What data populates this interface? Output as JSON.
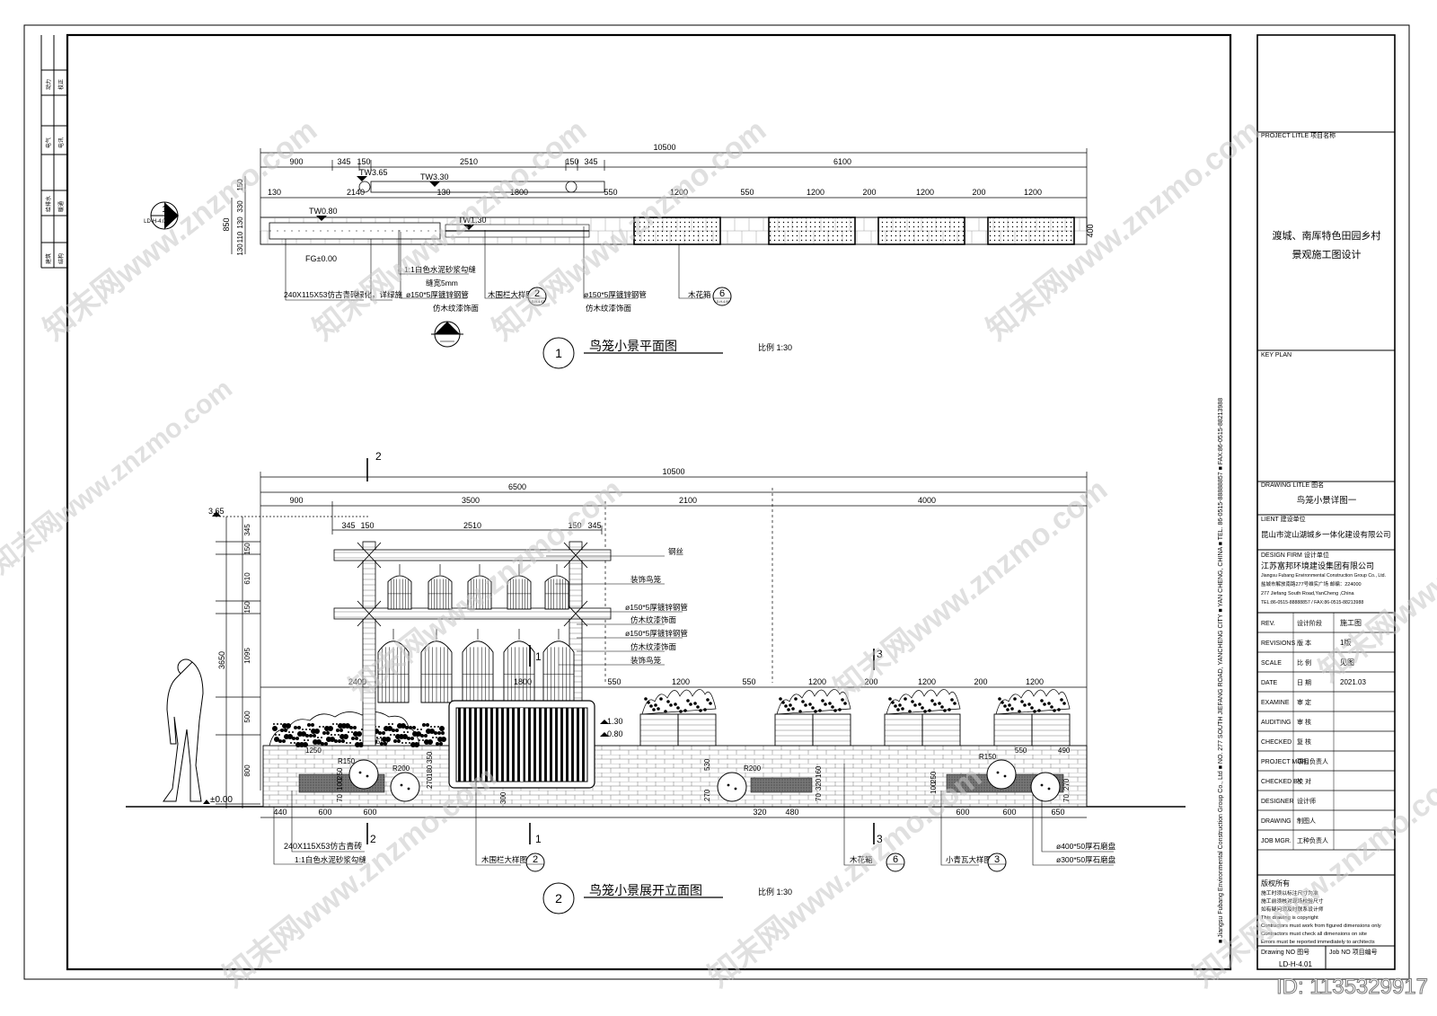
{
  "plan": {
    "title": "鸟笼小景平面图",
    "num": "1",
    "scale": "比例 1:30",
    "dims_top": [
      "900",
      "345",
      "150",
      "2510",
      "150",
      "345",
      "6100"
    ],
    "dim_total": "10500",
    "dims_second": [
      "130",
      "2140",
      "130",
      "1800",
      "550",
      "1200",
      "550",
      "1200",
      "200",
      "1200",
      "200",
      "1200"
    ],
    "dims_left": "850",
    "dims_left_sub": [
      "150",
      "330",
      "130",
      "110",
      "130"
    ],
    "dims_right": "400",
    "levels": [
      "TW3.65",
      "TW3.30",
      "TW0.80",
      "TW1.30",
      "FG±0.00"
    ],
    "labels": [
      "240X115X53仿古青砖",
      "绿化，详绿施",
      "1:1白色水泥砂浆勾缝",
      "缝宽5mm",
      "ø150*5厚镀锌钢管",
      "仿木纹漆饰面",
      "木围栏大样图",
      "ø150*5厚镀锌钢管",
      "仿木纹漆饰面",
      "木花箱"
    ],
    "callouts": {
      "c2": "2",
      "c6": "6",
      "sec": "2",
      "ref": "1",
      "ref_sheet": "LD-H-4.02",
      "sub_a": "LD-H-4.03",
      "sub_b": "LD-H-4.06"
    }
  },
  "elev": {
    "title": "鸟笼小景展开立面图",
    "num": "2",
    "scale": "比例 1:30",
    "dim_total": "10500",
    "dims_row1": [
      "6500",
      "4000"
    ],
    "dims_row2": [
      "900",
      "3500",
      "2100"
    ],
    "dims_row3": [
      "345",
      "150",
      "2510",
      "150",
      "345"
    ],
    "dims_mid": [
      "2400",
      "1800",
      "550",
      "1200",
      "550",
      "1200",
      "200",
      "1200",
      "200",
      "1200"
    ],
    "dims_left": [
      "345",
      "150",
      "610",
      "150",
      "1095",
      "500",
      "800"
    ],
    "dim_left_total": "3650",
    "dims_bottom": [
      "440",
      "600",
      "600",
      "320",
      "480",
      "600",
      "600",
      "650"
    ],
    "levels": [
      "3.65",
      "±0.00",
      "1.30",
      "0.80"
    ],
    "right_labels": [
      "钢丝",
      "装饰鸟笼",
      "ø150*5厚镀锌钢管",
      "仿木纹漆饰面",
      "ø150*5厚镀锌钢管",
      "仿木纹漆饰面",
      "装饰鸟笼"
    ],
    "inner_dims": [
      "1250",
      "550",
      "R150",
      "R200",
      "350",
      "270",
      "180",
      "250",
      "100",
      "70",
      "300",
      "530",
      "R200",
      "270",
      "70",
      "320",
      "160",
      "R150",
      "550",
      "490",
      "250",
      "100",
      "270",
      "70"
    ],
    "bottom_labels": [
      "240X115X53仿古青砖",
      "1:1白色水泥砂浆勾缝",
      "木围栏大样图",
      "木花箱",
      "小青瓦大样图",
      "ø400*50厚石磨盘",
      "ø300*50厚石磨盘"
    ],
    "section_marks": [
      "2",
      "1",
      "3",
      "3",
      "2",
      "1"
    ],
    "callouts": [
      "2",
      "6",
      "3"
    ]
  },
  "titleblock": {
    "project_label": "PROJECT LITLE 项目名称",
    "project": [
      "渡城、南厍特色田园乡村",
      "景观施工图设计"
    ],
    "key_plan": "KEY PLAN",
    "drawing_label": "DRAWING LITLE 图名",
    "drawing": "鸟笼小景详图一",
    "client_label": "LIENT 建设单位",
    "client": "昆山市淀山湖城乡一体化建设有限公司",
    "firm_label": "DESIGN FIRM 设计单位",
    "firm_cn": "江苏富邦环境建设集团有限公司",
    "firm_en": "Jiangsu Fubang Environmental Construction Group Co., Ltd.",
    "firm_addr": [
      "盐城市解放南路277号维实广场 邮编：224000",
      "277 Jiefang South Road,YanCheng ,China",
      "TEL:86-0515-88888857 / FAX:86-0515-88213988"
    ],
    "rows": [
      {
        "en": "REV.",
        "cn": "设计阶段",
        "val": "施工图"
      },
      {
        "en": "REVISIONS",
        "cn": "版 本",
        "val": "1版"
      },
      {
        "en": "SCALE",
        "cn": "比 例",
        "val": "见图"
      },
      {
        "en": "DATE",
        "cn": "日 期",
        "val": "2021.03"
      },
      {
        "en": "EXAMINE",
        "cn": "审 定",
        "val": ""
      },
      {
        "en": "AUDITING",
        "cn": "审 核",
        "val": ""
      },
      {
        "en": "CHECKED",
        "cn": "复 核",
        "val": ""
      },
      {
        "en": "PROJECT MGR.",
        "cn": "项目负责人",
        "val": ""
      },
      {
        "en": "CHECKED BY",
        "cn": "校 对",
        "val": ""
      },
      {
        "en": "DESIGNER",
        "cn": "设计师",
        "val": ""
      },
      {
        "en": "DRAWING",
        "cn": "制图人",
        "val": ""
      },
      {
        "en": "JOB MGR.",
        "cn": "工种负责人",
        "val": ""
      }
    ],
    "notes_title": "版权所有",
    "notes": [
      "施工时须以标注尺寸为准",
      "施工前须核对现场校验尺寸",
      "如有疑问须及时联系设计师",
      "This drawing is copyright",
      "Contractors must work from figured dimensions only",
      "Contractors must check all dimensions on site",
      "Errors must be reported immediately to architects"
    ],
    "drawing_no_label": "Drawing NO 图号",
    "drawing_no": "LD-H-4.01",
    "job_no_label": "Job NO 项目编号"
  },
  "vertical_strip": "■ Jiangsu Fubang Environmental Construction Group Co., Ltd  ■ NO. 277 SOUTH JIEFANG ROAD, YANCHENG CITY  ■ YAN CHENG, CHINA  ■ TEL. 86-0515-88888857  ■ FAX:86-0515-88213988",
  "left_strip": [
    "动力",
    "校正",
    "电气",
    "电讯",
    "给排水",
    "暖通",
    "建筑",
    "结构"
  ],
  "watermark": "知末网www.znzmo.com",
  "id_badge": "ID: 1135329917"
}
